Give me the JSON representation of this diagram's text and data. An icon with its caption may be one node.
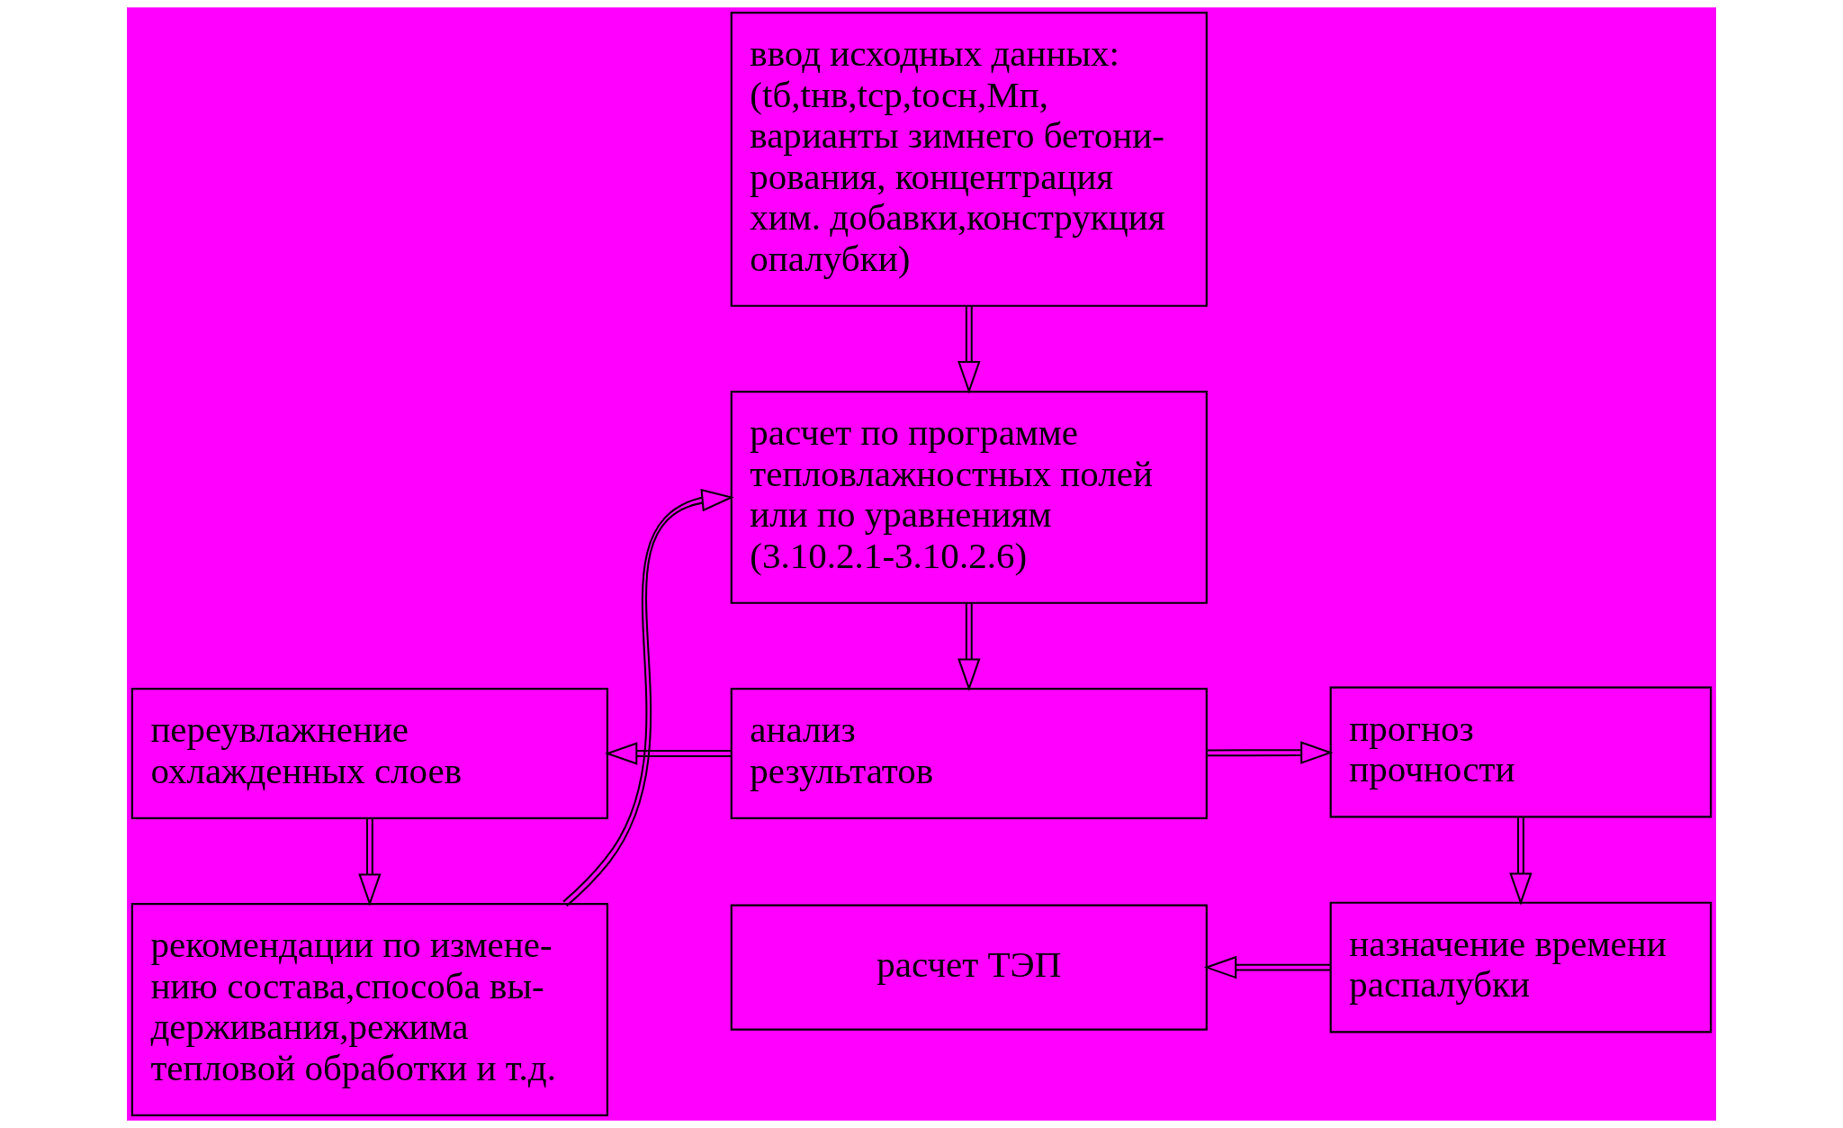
{
  "diagram": {
    "nodes": [
      {
        "text": [
          "ввод исходных данных: (tб,tнв,tср,tосн,Мп, варианты зимнего бетони- рования, концентрация хим. добавки,конструкция опалубки)"
        ]
      },
      {
        "text": [
          "расчет по программе тепловлажностных полей или по уравнениям (3.10.2.1-3.10.2.6)"
        ]
      },
      {
        "text": [
          "переувлажнение охлажденных слоев"
        ]
      },
      {
        "text": [
          "анализ результатов"
        ]
      },
      {
        "text": [
          "прогноз прочности"
        ]
      },
      {
        "text": [
          "рекомендации по измене- нию состава,способа вы- держивания,режима тепловой обработки и т.д."
        ]
      },
      {
        "text": [
          "расчет ТЭП"
        ]
      },
      {
        "text": [
          "назначение времени распалубки"
        ]
      }
    ],
    "edges": [
      {
        "from": 0,
        "to": 1,
        "arrow": "to"
      },
      {
        "from": 1,
        "to": 3,
        "arrow": "to"
      },
      {
        "from": 3,
        "to": 2,
        "arrow": "to"
      },
      {
        "from": 3,
        "to": 4,
        "arrow": "to"
      },
      {
        "from": 2,
        "to": 5,
        "arrow": "to"
      },
      {
        "from": 4,
        "to": 7,
        "arrow": "to"
      },
      {
        "from": 7,
        "to": 6,
        "arrow": "to"
      },
      {
        "from": 5,
        "to": 1,
        "arrow": "to"
      }
    ]
  }
}
